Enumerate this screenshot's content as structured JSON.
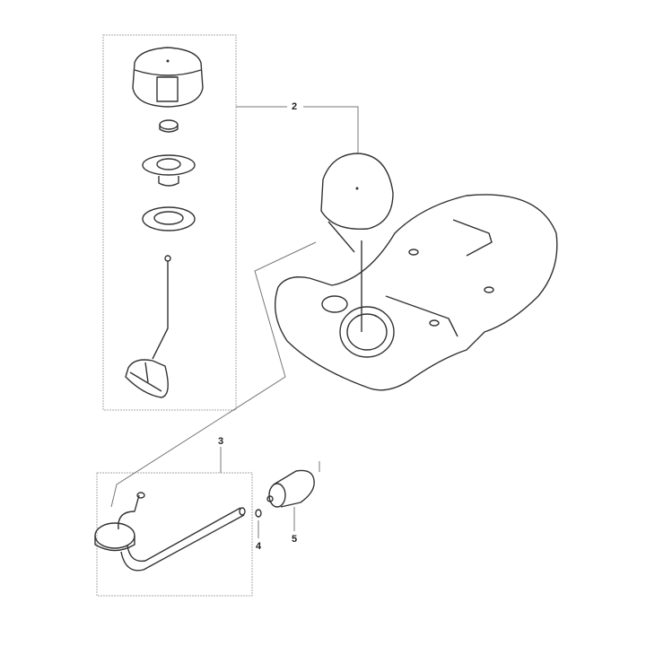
{
  "diagram": {
    "type": "exploded parts diagram",
    "subject": "fuel tank assembly",
    "callouts": [
      {
        "id": "2",
        "label": "2",
        "description": "fuel cap kit (cap, vent, cap seal, gasket, fuel line pickup)"
      },
      {
        "id": "3",
        "label": "3",
        "description": "fuel line / grommet assembly"
      },
      {
        "id": "4",
        "label": "4",
        "description": "clip / o-ring"
      },
      {
        "id": "5",
        "label": "5",
        "description": "fuel filter"
      }
    ],
    "groups": [
      {
        "name": "cap-kit-box",
        "callout": "2",
        "parts": [
          "fuel-cap",
          "vent-plug",
          "cap-insert",
          "cap-gasket",
          "pickup-weight"
        ]
      },
      {
        "name": "fuel-line-box",
        "callout": "3",
        "parts": [
          "grommet",
          "fuel-hose"
        ]
      }
    ],
    "colors": {
      "line": "#333333",
      "box": "#aaaaaa",
      "background": "#ffffff"
    }
  }
}
